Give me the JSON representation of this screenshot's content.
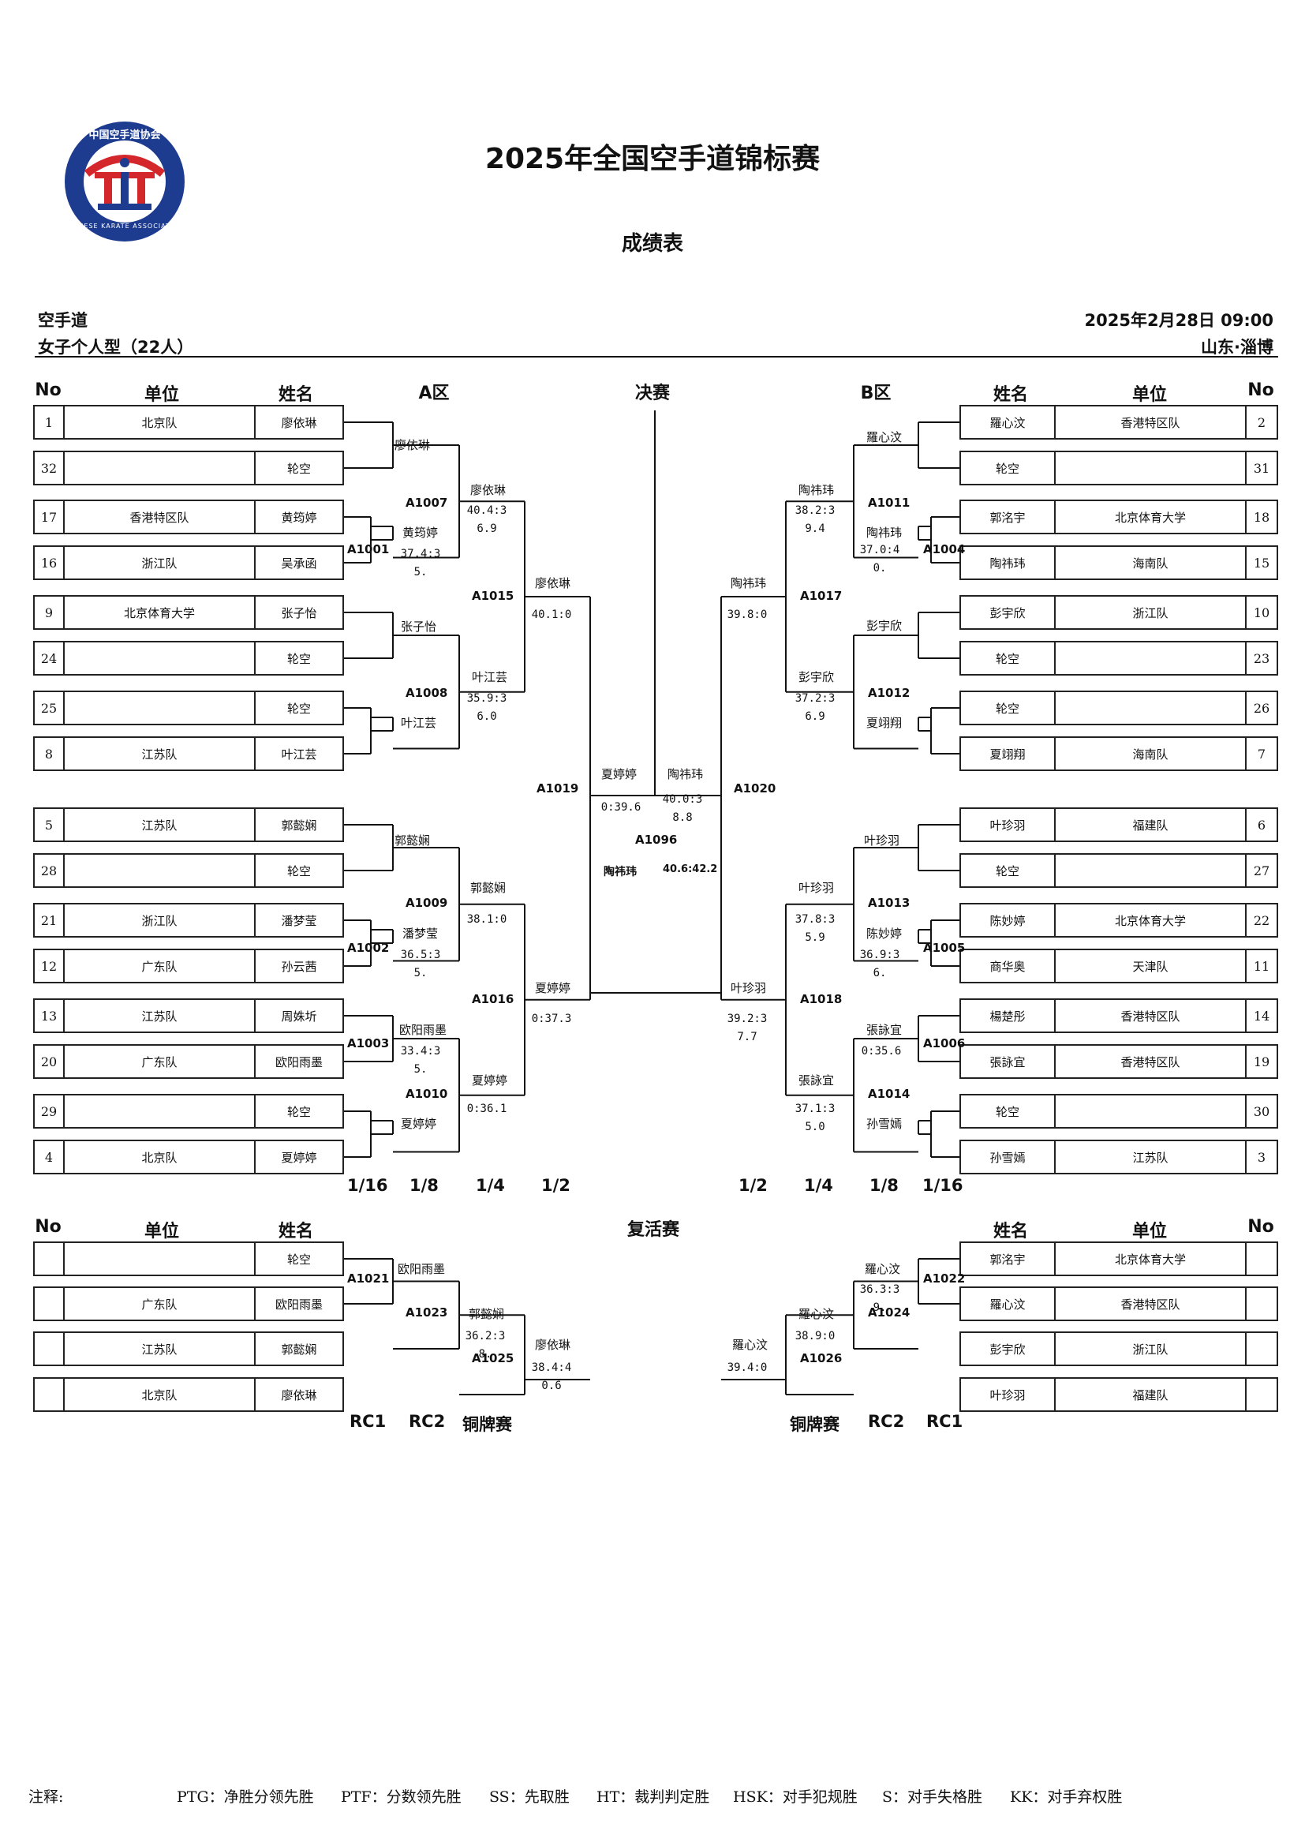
{
  "header": {
    "title": "2025年全国空手道锦标赛",
    "subtitle": "成绩表",
    "sport": "空手道",
    "event": "女子个人型（22人）",
    "datetime": "2025年2月28日 09:00",
    "location": "山东·淄博",
    "logo_text": "中国空手道协会",
    "logo_ring_text": "CHINESE KARATE ASSOCIATION"
  },
  "columns": {
    "no": "No",
    "unit": "单位",
    "name": "姓名"
  },
  "areas": {
    "a": "A区",
    "final": "决赛",
    "b": "B区",
    "repechage": "复活赛",
    "bronze": "铜牌赛"
  },
  "left_entries": [
    {
      "no": "1",
      "unit": "北京队",
      "name": "廖依琳"
    },
    {
      "no": "32",
      "unit": "",
      "name": "轮空"
    },
    {
      "no": "17",
      "unit": "香港特区队",
      "name": "黄筠婷"
    },
    {
      "no": "16",
      "unit": "浙江队",
      "name": "吴承函"
    },
    {
      "no": "9",
      "unit": "北京体育大学",
      "name": "张子怡"
    },
    {
      "no": "24",
      "unit": "",
      "name": "轮空"
    },
    {
      "no": "25",
      "unit": "",
      "name": "轮空"
    },
    {
      "no": "8",
      "unit": "江苏队",
      "name": "叶江芸"
    },
    {
      "no": "5",
      "unit": "江苏队",
      "name": "郭懿娴"
    },
    {
      "no": "28",
      "unit": "",
      "name": "轮空"
    },
    {
      "no": "21",
      "unit": "浙江队",
      "name": "潘梦莹"
    },
    {
      "no": "12",
      "unit": "广东队",
      "name": "孙云茜"
    },
    {
      "no": "13",
      "unit": "江苏队",
      "name": "周姝圻"
    },
    {
      "no": "20",
      "unit": "广东队",
      "name": "欧阳雨墨"
    },
    {
      "no": "29",
      "unit": "",
      "name": "轮空"
    },
    {
      "no": "4",
      "unit": "北京队",
      "name": "夏婷婷"
    }
  ],
  "right_entries": [
    {
      "no": "2",
      "unit": "香港特区队",
      "name": "羅心汶"
    },
    {
      "no": "31",
      "unit": "",
      "name": "轮空"
    },
    {
      "no": "18",
      "unit": "北京体育大学",
      "name": "郭洺宇"
    },
    {
      "no": "15",
      "unit": "海南队",
      "name": "陶祎玮"
    },
    {
      "no": "10",
      "unit": "浙江队",
      "name": "彭宇欣"
    },
    {
      "no": "23",
      "unit": "",
      "name": "轮空"
    },
    {
      "no": "26",
      "unit": "",
      "name": "轮空"
    },
    {
      "no": "7",
      "unit": "海南队",
      "name": "夏翊翔"
    },
    {
      "no": "6",
      "unit": "福建队",
      "name": "叶珍羽"
    },
    {
      "no": "27",
      "unit": "",
      "name": "轮空"
    },
    {
      "no": "22",
      "unit": "北京体育大学",
      "name": "陈妙婷"
    },
    {
      "no": "11",
      "unit": "天津队",
      "name": "商华奥"
    },
    {
      "no": "14",
      "unit": "香港特区队",
      "name": "楊楚彤"
    },
    {
      "no": "19",
      "unit": "香港特区队",
      "name": "張詠宜"
    },
    {
      "no": "30",
      "unit": "",
      "name": "轮空"
    },
    {
      "no": "3",
      "unit": "江苏队",
      "name": "孙雪嫣"
    }
  ],
  "left_labels": [
    "廖依琳",
    "黄筠婷",
    "A1001",
    "37.4:35.",
    "A1007",
    "廖依琳",
    "40.4:36.9",
    "张子怡",
    "A1008",
    "叶江芸",
    "叶江芸",
    "35.9:36.0",
    "A1015",
    "廖依琳",
    "40.1:0",
    "郭懿娴",
    "潘梦莹",
    "A1002",
    "36.5:35.",
    "A1009",
    "郭懿娴",
    "38.1:0",
    "欧阳雨墨",
    "A1003",
    "33.4:35.",
    "A1010",
    "夏婷婷",
    "夏婷婷",
    "0:36.1",
    "A1016",
    "夏婷婷",
    "0:37.3",
    "A1019",
    "夏婷婷",
    "0:39.6"
  ],
  "right_labels": [
    "羅心汶",
    "陶祎玮",
    "A1004",
    "37.0:40.",
    "A1011",
    "陶祎玮",
    "38.2:39.4",
    "彭宇欣",
    "A1012",
    "夏翊翔",
    "彭宇欣",
    "37.2:36.9",
    "A1017",
    "陶祎玮",
    "39.8:0",
    "叶珍羽",
    "陈妙婷",
    "A1005",
    "36.9:36.",
    "A1013",
    "叶珍羽",
    "37.8:35.9",
    "張詠宜",
    "A1006",
    "0:35.6",
    "A1014",
    "孙雪嫣",
    "張詠宜",
    "37.1:35.0",
    "A1018",
    "叶珍羽",
    "39.2:37.7",
    "A1020",
    "陶祎玮",
    "40.0:38.8"
  ],
  "final": {
    "code": "A1096",
    "winner": "陶祎玮",
    "score": "40.6:42.2"
  },
  "rounds_left": [
    "1/16",
    "1/8",
    "1/4",
    "1/2"
  ],
  "rounds_right": [
    "1/2",
    "1/4",
    "1/8",
    "1/16"
  ],
  "rep_left_entries": [
    {
      "unit": "",
      "name": "轮空"
    },
    {
      "unit": "广东队",
      "name": "欧阳雨墨"
    },
    {
      "unit": "江苏队",
      "name": "郭懿娴"
    },
    {
      "unit": "北京队",
      "name": "廖依琳"
    }
  ],
  "rep_right_entries": [
    {
      "unit": "北京体育大学",
      "name": "郭洺宇"
    },
    {
      "unit": "香港特区队",
      "name": "羅心汶"
    },
    {
      "unit": "浙江队",
      "name": "彭宇欣"
    },
    {
      "unit": "福建队",
      "name": "叶珍羽"
    }
  ],
  "rep_left_labels": [
    "A1021",
    "欧阳雨墨",
    "A1023",
    "郭懿娴",
    "36.2:38.",
    "A1025",
    "廖依琳",
    "38.4:40.6"
  ],
  "rep_right_labels": [
    "A1022",
    "羅心汶",
    "36.3:39.",
    "A1024",
    "羅心汶",
    "38.9:0",
    "A1026",
    "羅心汶",
    "39.4:0"
  ],
  "rep_rounds_left": [
    "RC1",
    "RC2",
    "铜牌赛"
  ],
  "rep_rounds_right": [
    "铜牌赛",
    "RC2",
    "RC1"
  ],
  "footer": {
    "label": "注释:",
    "items": [
      "PTG：净胜分领先胜",
      "PTF：分数领先胜",
      "SS：先取胜",
      "HT：裁判判定胜",
      "HSK：对手犯规胜",
      "S：对手失格胜",
      "KK：对手弃权胜"
    ]
  },
  "colors": {
    "logo_blue": "#1d3c8f",
    "logo_red": "#d4272c"
  }
}
